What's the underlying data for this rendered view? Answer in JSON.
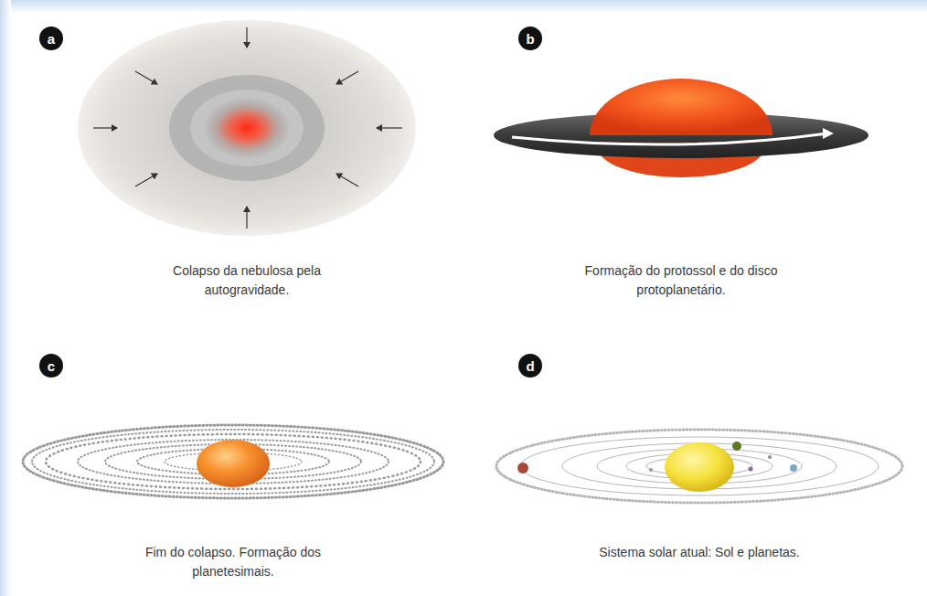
{
  "diagram": {
    "nodes": [
      {
        "text": [
          "a"
        ]
      },
      {
        "text": [
          "b"
        ]
      },
      {
        "text": [
          "c"
        ]
      },
      {
        "text": [
          "d"
        ]
      }
    ],
    "labels": [
      "Colapso da nebulosa pela autogravidade.",
      "Formação do protossol e do disco protoplanetário.",
      "Fim do colapso. Formação dos planetesimais.",
      "Sistema solar atual: Sol e planetas."
    ]
  }
}
